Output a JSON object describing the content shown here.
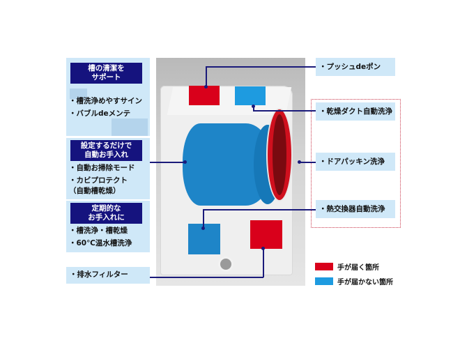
{
  "left_groups": [
    {
      "heading": [
        "槽の清潔を",
        "サポート"
      ],
      "items": [
        "・槽洗浄めやすサイン",
        "・バブルdeメンテ"
      ]
    },
    {
      "heading": [
        "設定するだけで",
        "自動お手入れ"
      ],
      "items": [
        "・自動お掃除モード",
        "・カビプロテクト",
        "（自動槽乾燥）"
      ]
    },
    {
      "heading": [
        "定期的な",
        "お手入れに"
      ],
      "items": [
        "・槽洗浄・槽乾燥",
        "・60℃温水槽洗浄"
      ]
    }
  ],
  "left_bottom_label": "・排水フィルター",
  "right_labels": {
    "push": "・プッシュdeポン",
    "duct": "・乾燥ダクト自動洗浄",
    "packing": "・ドアパッキン洗浄",
    "heat_exchanger": "・熱交換器自動洗浄"
  },
  "legend": [
    {
      "color": "#d9001b",
      "label": "手が届く箇所"
    },
    {
      "color": "#1e9be0",
      "label": "手が届かない箇所"
    }
  ],
  "colors": {
    "reachable": "#d9001b",
    "unreachable": "#1e9be0",
    "heading_bg": "#15137e",
    "panel_bg": "#cfe8f8",
    "leader": "#1a1a7a"
  }
}
